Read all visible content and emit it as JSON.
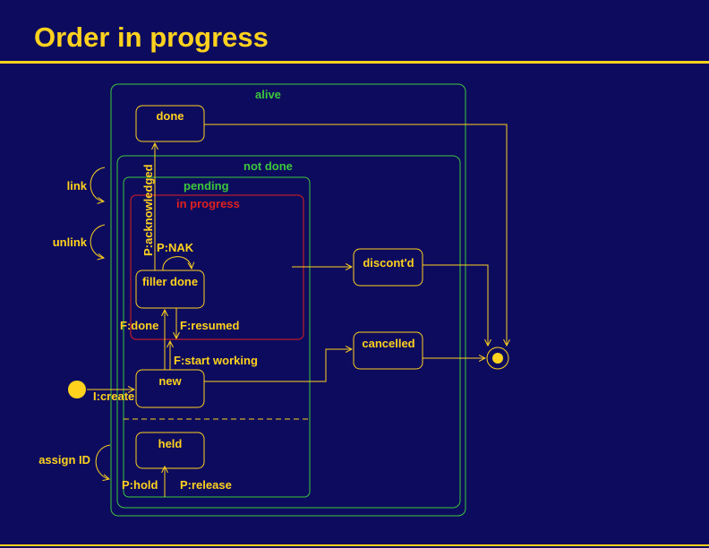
{
  "title": "Order in progress",
  "regions": {
    "alive": "alive",
    "not_done": "not done",
    "pending": "pending",
    "in_progress": "in progress"
  },
  "states": {
    "done": "done",
    "filler_done": "filler done",
    "new": "new",
    "held": "held",
    "discontinued": "discont'd",
    "cancelled": "cancelled"
  },
  "transitions": {
    "p_acknowledged": "P:acknowledged",
    "p_nak": "P:NAK",
    "f_done": "F:done",
    "f_resumed": "F:resumed",
    "f_start_working": "F:start working",
    "i_create": "I:create",
    "p_hold": "P:hold",
    "p_release": "P:release"
  },
  "self_transitions": {
    "link": "link",
    "unlink": "unlink",
    "assign_id": "assign ID"
  },
  "colors": {
    "background": "#0d0b5e",
    "accent": "#ffd21e",
    "region_green": "#3cc83c",
    "region_red": "#e0201e"
  }
}
